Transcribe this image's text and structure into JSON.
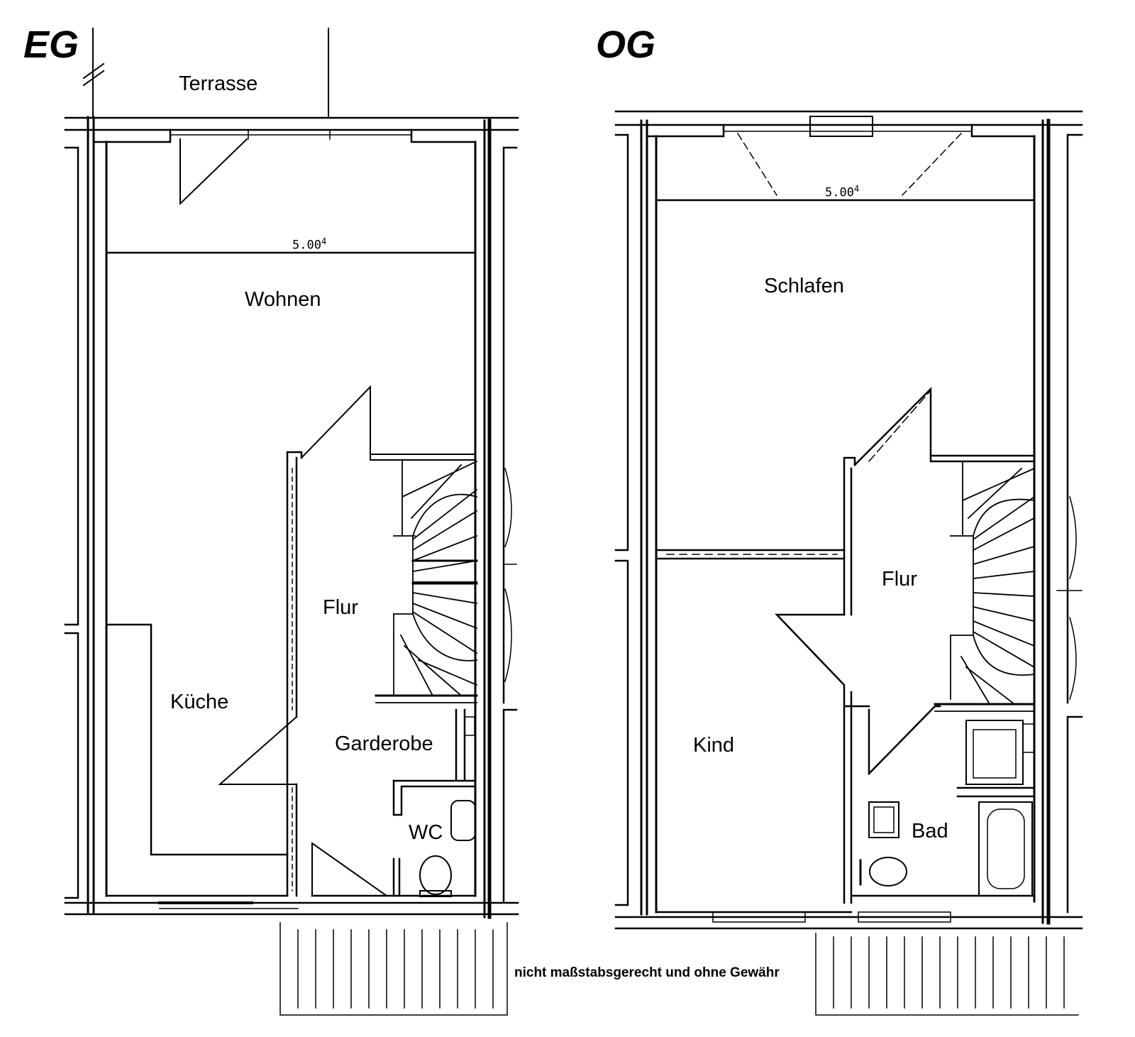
{
  "floors": {
    "eg": {
      "title": "EG",
      "rooms": {
        "terrasse": "Terrasse",
        "wohnen": "Wohnen",
        "flur": "Flur",
        "kueche": "Küche",
        "garderobe": "Garderobe",
        "wc": "WC"
      },
      "dimension": {
        "value": "5.00",
        "superscript": "4"
      }
    },
    "og": {
      "title": "OG",
      "rooms": {
        "schlafen": "Schlafen",
        "flur": "Flur",
        "kind": "Kind",
        "bad": "Bad"
      },
      "dimension": {
        "value": "5.00",
        "superscript": "4"
      }
    }
  },
  "footer_note": "nicht maßstabsgerecht und ohne Gewähr",
  "colors": {
    "ink": "#000000",
    "paper": "#ffffff"
  }
}
